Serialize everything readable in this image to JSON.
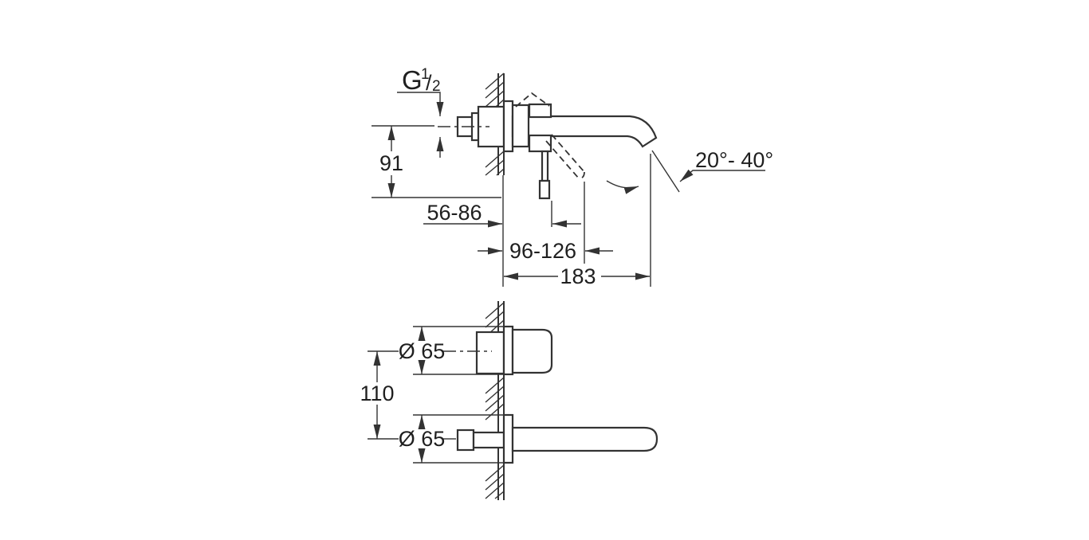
{
  "colors": {
    "background": "#ffffff",
    "line": "#333333",
    "text": "#1f1f1f"
  },
  "side_view": {
    "thread": {
      "prefix": "G",
      "numerator": "1",
      "slash": "/",
      "denominator": "2"
    },
    "dims": {
      "inlet_center_to_lever_tip": "91",
      "wall_to_handle": "56-86",
      "wall_to_lever_reach": "96-126",
      "spout_projection": "183",
      "spout_angle_range": "20°- 40°"
    }
  },
  "plan_view": {
    "dims": {
      "escutcheon_diameter_top": "Ø 65",
      "vertical_center_distance": "110",
      "escutcheon_diameter_bottom": "Ø 65"
    }
  }
}
